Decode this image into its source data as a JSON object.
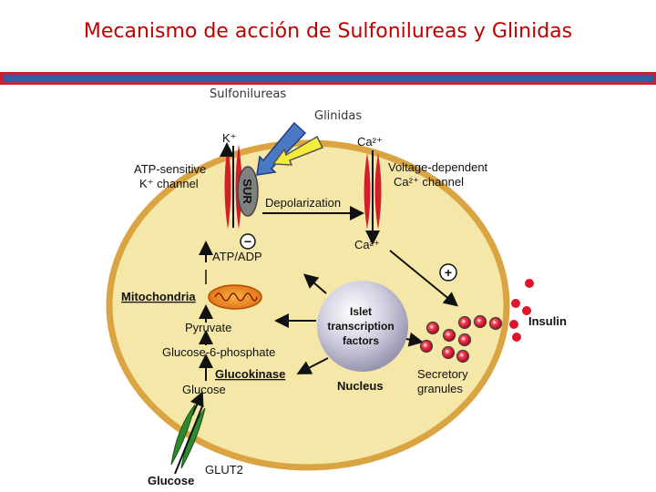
{
  "title": "Mecanismo de acción de Sulfonilureas y Glinidas",
  "colors": {
    "title": "#c00000",
    "bar_red": "#c0272d",
    "bar_blue": "#2e5fa3",
    "cell_fill": "#f5e7a8",
    "cell_border": "#d9a441",
    "arrow_blue": "#4a78c4",
    "arrow_yellow": "#f3ec3a",
    "channel_red": "#d41f2b",
    "glut_green": "#2f8a2f",
    "granule_red": "#e0152b"
  },
  "drug_labels": {
    "sulfonylureas": "Sulfonilureas",
    "glinides": "Glinidas"
  },
  "diagram": {
    "k_ion": "K⁺",
    "atp_channel_line1": "ATP-sensitive",
    "atp_channel_line2": "K⁺ channel",
    "sur": "SUR",
    "ca_top": "Ca²⁺",
    "vdep_line1": "Voltage-dependent",
    "vdep_line2": "Ca²⁺ channel",
    "depolarization": "Depolarization",
    "minus": "−",
    "atp_adp": "ATP/ADP",
    "ca_inside": "Ca²⁺",
    "plus": "+",
    "mitochondria": "Mitochondria",
    "nucleus_line1": "Islet",
    "nucleus_line2": "transcription",
    "nucleus_line3": "factors",
    "nucleus": "Nucleus",
    "insulin": "Insulin",
    "pyruvate": "Pyruvate",
    "g6p": "Glucose-6-phosphate",
    "glucokinase": "Glucokinase",
    "glucose_inside": "Glucose",
    "secretory_line1": "Secretory",
    "secretory_line2": "granules",
    "glut2": "GLUT2",
    "glucose_outside": "Glucose"
  }
}
